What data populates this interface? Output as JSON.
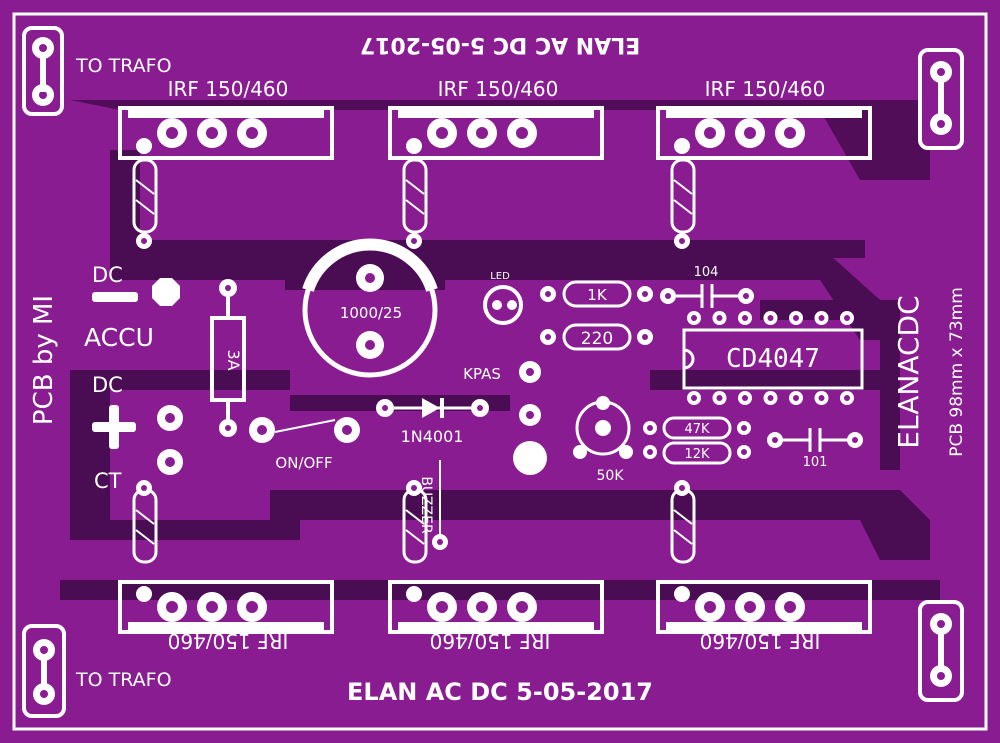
{
  "colors": {
    "board": "#8a1c92",
    "trace": "#4a0c52",
    "silk": "#ffffff",
    "pad": "#ffffff",
    "hole": "#8a1c92"
  },
  "labels": {
    "top_title": "ELAN AC DC 5-05-2017",
    "bottom_title": "ELAN AC DC 5-05-2017",
    "trafo_top": "TO TRAFO",
    "trafo_bottom": "TO TRAFO",
    "irf": "IRF 150/460",
    "cap_main": "1000/25",
    "fuse": "3A",
    "dc_label": "DC",
    "accu": "ACCU",
    "dc_label2": "DC",
    "ct": "CT",
    "pcb_by": "PCB by MI",
    "switch": "ON/OFF",
    "diode": "1N4001",
    "kpas": "KPAS",
    "led": "LED",
    "r1k": "1K",
    "r220": "220",
    "c104": "104",
    "ic": "CD4047",
    "r47k": "47K",
    "r12k": "12K",
    "pot": "50K",
    "c101": "101",
    "buzzer": "BUZZER",
    "side_title": "ELANACDC",
    "side_size": "PCB 98mm x 73mm"
  }
}
